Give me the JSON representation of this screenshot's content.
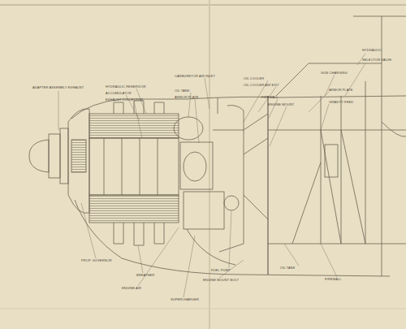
{
  "diagram": {
    "labels": [
      "ADAPTER ASSEMBLY EXHAUST",
      "HYDRAULIC RESERVOIR",
      "ACCUMULATOR",
      "EXHAUST COLLECTOR",
      "CARBURETOR AIR INLET",
      "OIL TANK",
      "ARMOR PLATE",
      "OIL COOLER",
      "OIL COOLER AIR EXIT",
      "FIREWALL",
      "ENGINE MOUNT",
      "GUN CHARGING",
      "ARMOR PLATE",
      "GRAVITY FEED",
      "HYDRAULIC",
      "SELECTOR VALVE",
      "OIL TANK",
      "FUEL PUMP",
      "PROP. GOVERNOR",
      "BREATHER",
      "ENGINE AIR",
      "SUPERCHARGER",
      "ENGINE MOUNT BOLT",
      "FIREWALL"
    ]
  }
}
